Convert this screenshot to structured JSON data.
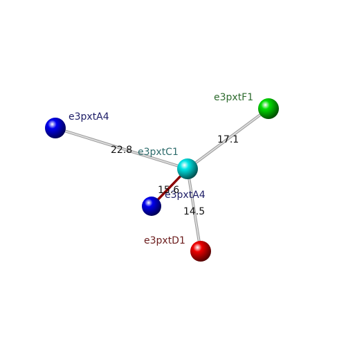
{
  "atoms": {
    "a4_far": {
      "label": "e3pxtA4",
      "color": "#0000ee",
      "label_color": "#1c1c66"
    },
    "f1": {
      "label": "e3pxtF1",
      "color": "#00dd00",
      "label_color": "#2e6b2e"
    },
    "c1": {
      "label": "e3pxtC1",
      "color": "#00e5e5",
      "label_color": "#2d6b6b"
    },
    "a4_near": {
      "label": "e3pxtA4",
      "color": "#0000ee",
      "label_color": "#1c1c66"
    },
    "d1": {
      "label": "e3pxtD1",
      "color": "#ee0000",
      "label_color": "#6b1c1c"
    }
  },
  "bonds": {
    "c1_a4_far": {
      "distance": "22.8",
      "color": "#dddddd"
    },
    "c1_f1": {
      "distance": "17.1",
      "color": "#dddddd"
    },
    "c1_a4_near": {
      "distance": "15.6",
      "color": "#8b0000"
    },
    "c1_d1": {
      "distance": "14.5",
      "color": "#dddddd"
    }
  }
}
